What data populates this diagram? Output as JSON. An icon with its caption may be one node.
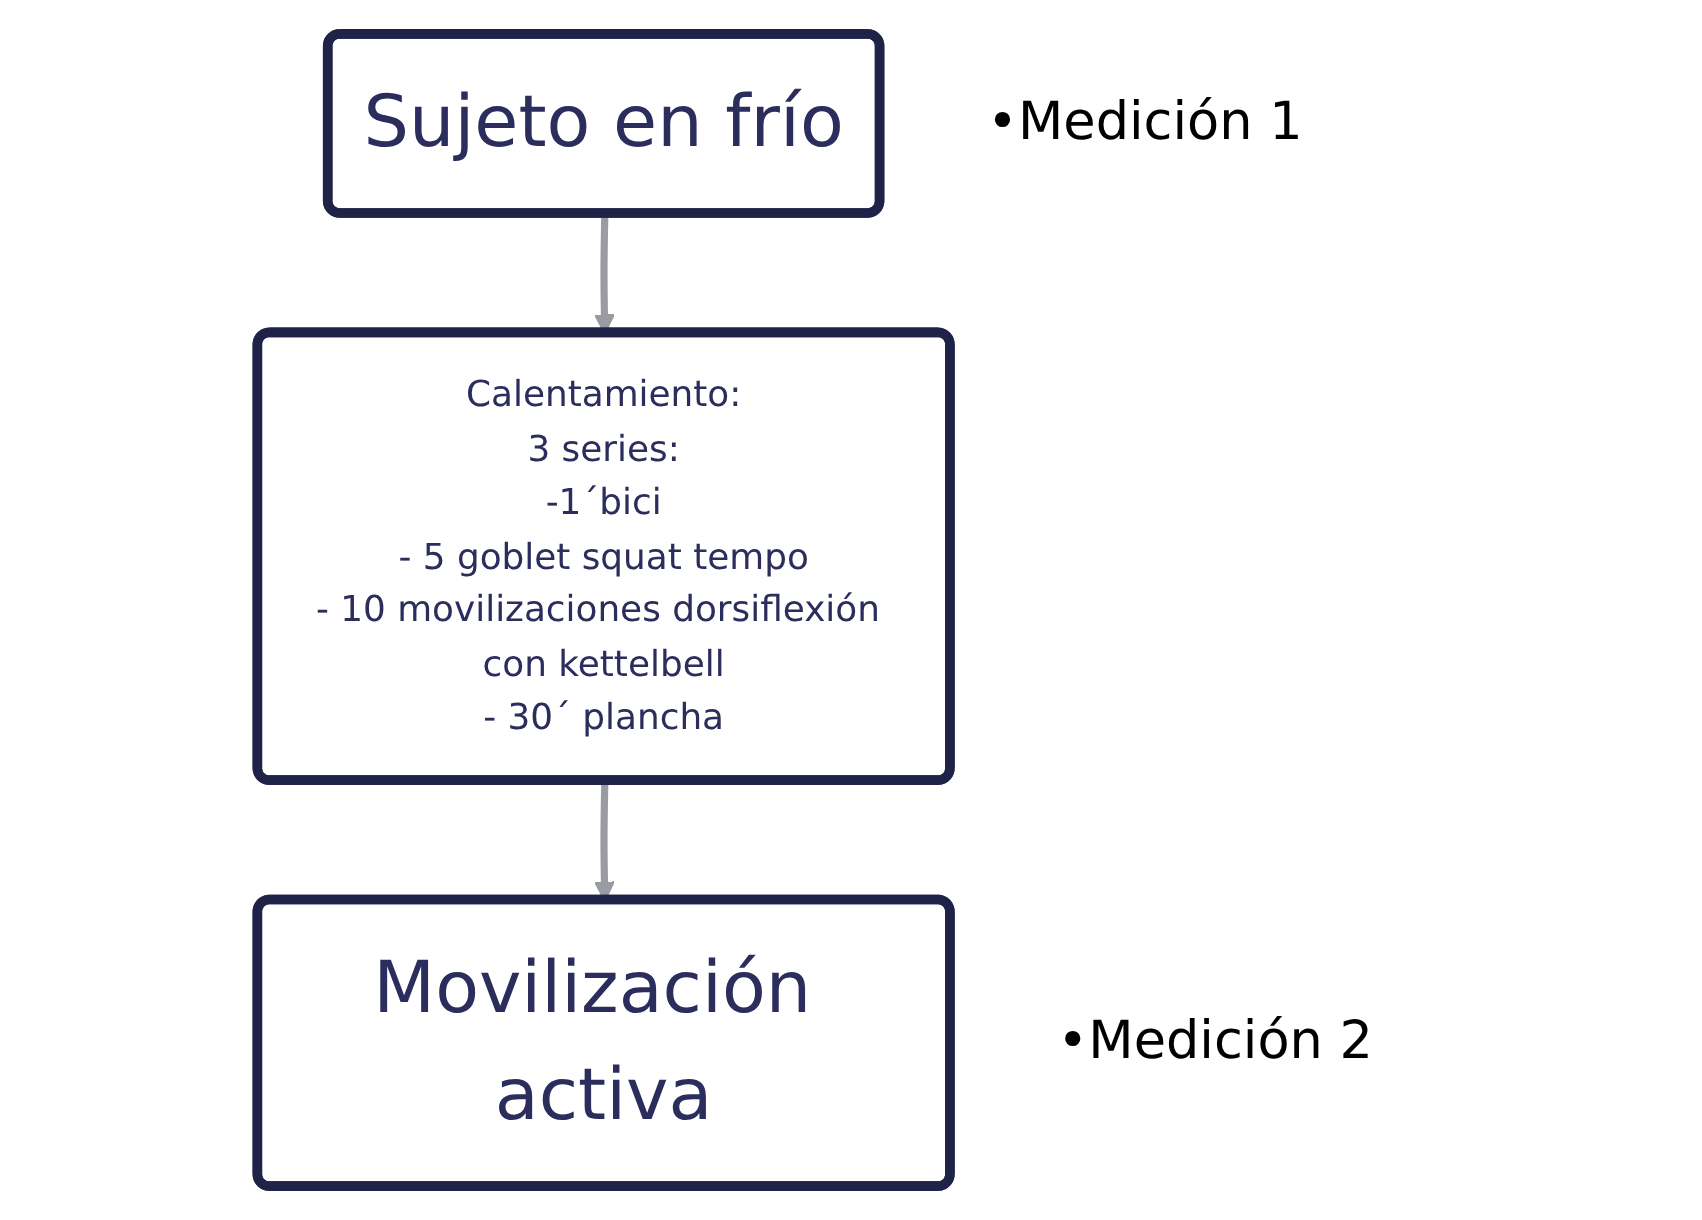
{
  "diagram": {
    "nodes": [
      {
        "text": [
          "Sujeto en frío"
        ],
        "beside": [
          "•Medición 1"
        ]
      },
      {
        "text": [
          "Calentamiento:",
          "3 series:",
          "-1´bici",
          "- 5 goblet squat tempo",
          "- 10 movilizaciones dorsiflexión con kettelbell",
          "- 30´ plancha"
        ]
      },
      {
        "text": [
          "Movilización activa"
        ],
        "beside": [
          "•Medición 2"
        ]
      }
    ],
    "edges": [
      {
        "from": 0,
        "to": 1,
        "arrow": "to"
      },
      {
        "from": 1,
        "to": 2,
        "arrow": "to"
      }
    ]
  }
}
